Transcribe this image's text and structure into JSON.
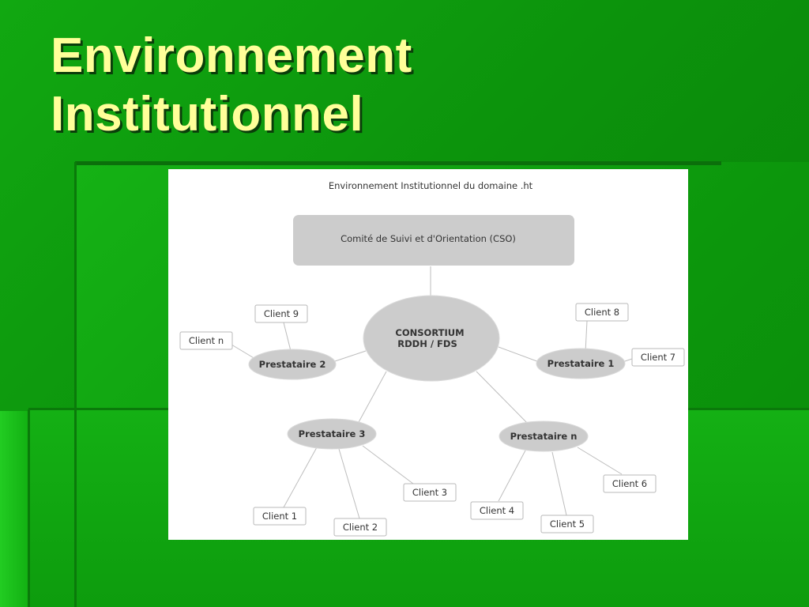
{
  "slide": {
    "title_line1": "Environnement",
    "title_line2": "Institutionnel"
  },
  "colors": {
    "title": "#ffff99",
    "background": "#0c930c",
    "figure_bg": "#ffffff",
    "node_fill": "#cccccc"
  },
  "diagram": {
    "title": "Environnement Institutionnel du domaine .ht",
    "top_box": "Comité de Suivi et d'Orientation (CSO)",
    "center_line1": "CONSORTIUM",
    "center_line2": "RDDH / FDS",
    "prestataires": {
      "p1": "Prestataire 1",
      "p2": "Prestataire 2",
      "p3": "Prestataire 3",
      "pn": "Prestataire n"
    },
    "clients": {
      "c1": "Client 1",
      "c2": "Client 2",
      "c3": "Client 3",
      "c4": "Client 4",
      "c5": "Client 5",
      "c6": "Client 6",
      "c7": "Client 7",
      "c8": "Client 8",
      "c9": "Client 9",
      "cn": "Client n"
    }
  }
}
